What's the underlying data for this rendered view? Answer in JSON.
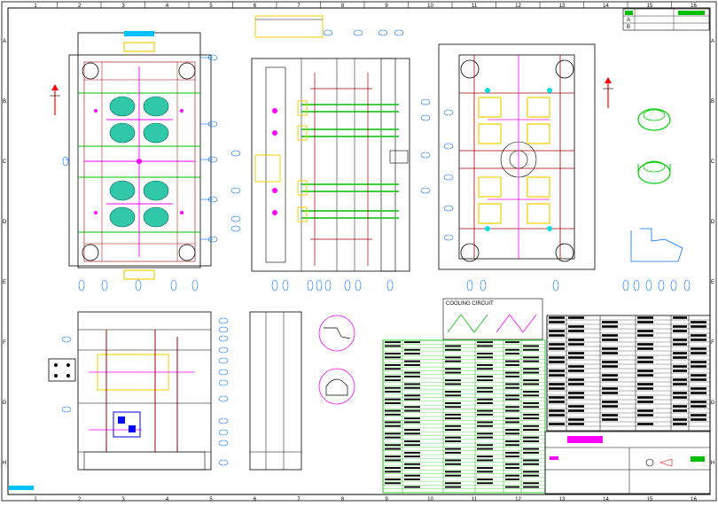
{
  "colors": {
    "background": "#ffffff",
    "frame": "#000000",
    "plate": "#000000",
    "cooling": "#00c000",
    "runner": "#ff00ff",
    "ejector": "#a00000",
    "balloon": "#0070ff",
    "yellow": "#f0d000",
    "cyan": "#00e0e0",
    "table": "#00c000"
  },
  "zones_top": [
    "1",
    "2",
    "3",
    "4",
    "5",
    "6",
    "7",
    "8",
    "9",
    "10",
    "11",
    "12",
    "13",
    "14",
    "15",
    "16"
  ],
  "zones_side": [
    "A",
    "B",
    "C",
    "D",
    "E",
    "F",
    "G",
    "H"
  ],
  "section_labels": {
    "cooling_circuit": "COOLING CIRCUIT"
  },
  "title_block": {
    "rev_a": "A",
    "rev_b": "B"
  },
  "icons": [
    "symmetry-arrow-icon",
    "projection-symbol-icon",
    "part-3d-view-icon"
  ]
}
